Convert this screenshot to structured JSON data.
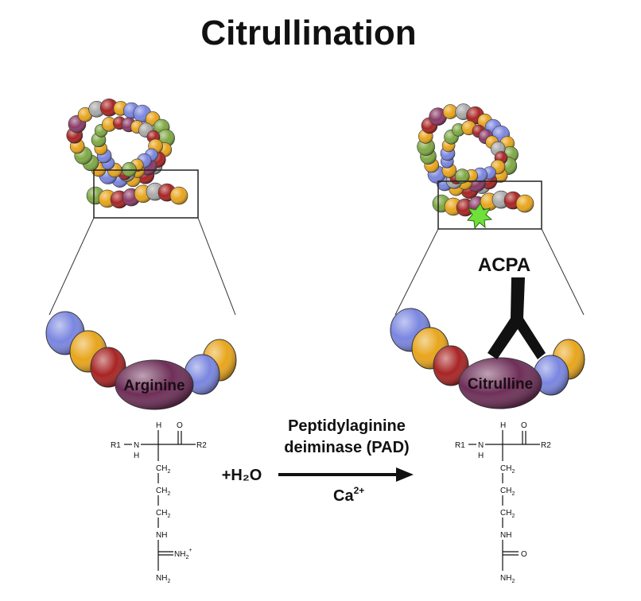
{
  "title": "Citrullination",
  "colors": {
    "orange": "#e8a51c",
    "blue": "#7a86e0",
    "red": "#a82424",
    "green": "#7ea843",
    "gray": "#a9a9a9",
    "purple": "#8a3a66",
    "oval": "#6e2f58",
    "antibody": "#111111",
    "citrulline_marker": "#6fe03a"
  },
  "left": {
    "oval_label": "Arginine"
  },
  "right": {
    "oval_label": "Citrulline",
    "antibody_label": "ACPA"
  },
  "reaction": {
    "enzyme_line1": "Peptidylaginine",
    "enzyme_line2": "deiminase (PAD)",
    "reactant": "+H₂O",
    "cofactor": "Ca",
    "cofactor_sup": "2+"
  },
  "chem": {
    "r1": "R1",
    "r2": "R2",
    "h": "H",
    "o": "O",
    "ch": "CH",
    "sub2": "2",
    "nh": "NH",
    "n": "N",
    "nh2_plus": "NH",
    "plus": "+",
    "nh2": "NH"
  }
}
